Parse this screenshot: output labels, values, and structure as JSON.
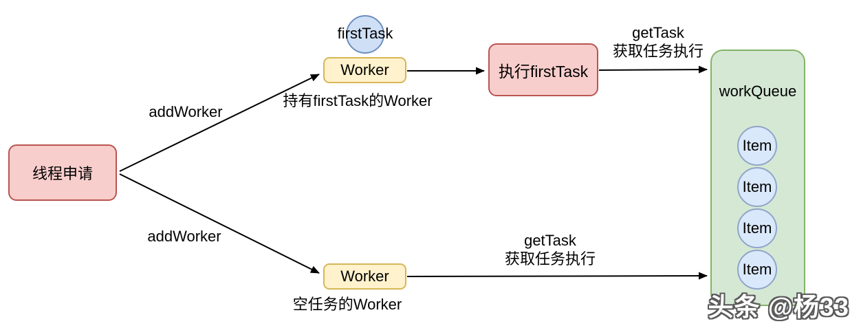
{
  "diagram": {
    "request_box": {
      "label": "线程申请"
    },
    "first_task": {
      "label": "firstTask"
    },
    "worker_top": {
      "label": "Worker",
      "caption": "持有firstTask的Worker"
    },
    "worker_bottom": {
      "label": "Worker",
      "caption": "空任务的Worker"
    },
    "execute_box": {
      "label": "执行firstTask"
    },
    "arrows": {
      "add_worker_top": "addWorker",
      "add_worker_bottom": "addWorker",
      "get_task_top_line1": "getTask",
      "get_task_top_line2": "获取任务执行",
      "get_task_bottom_line1": "getTask",
      "get_task_bottom_line2": "获取任务执行"
    },
    "work_queue": {
      "title": "workQueue",
      "items": [
        "Item",
        "Item",
        "Item",
        "Item"
      ]
    },
    "colors": {
      "pink_fill": "#f8cecc",
      "pink_border": "#b85450",
      "yellow_fill": "#fff2cc",
      "yellow_border": "#d6b656",
      "blue_fill": "#dae8fc",
      "blue_border": "#6c8ebf",
      "green_fill": "#d5e8d4",
      "green_border": "#82b366",
      "line": "#000000",
      "watermark_text_color": "#ffffff"
    }
  },
  "watermark": {
    "text": "头条 @杨33"
  }
}
